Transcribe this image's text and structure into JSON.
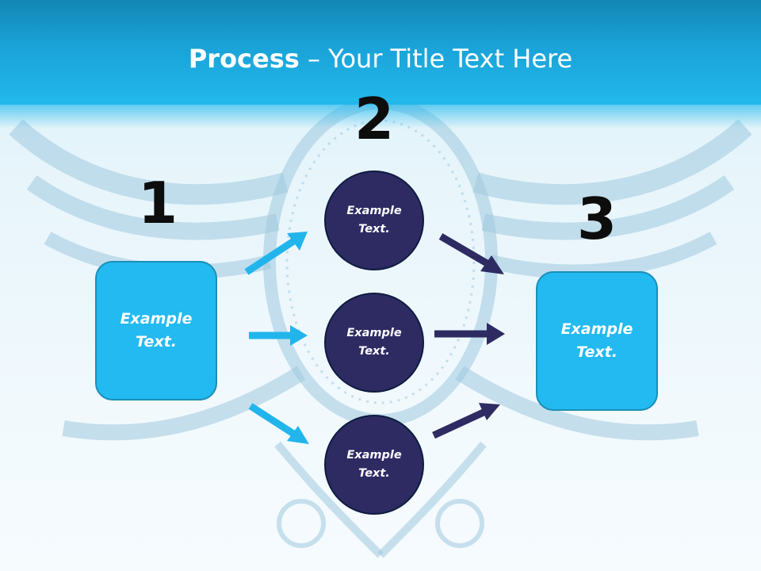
{
  "title": {
    "bold": "Process",
    "rest": " – Your Title Text Here"
  },
  "steps": {
    "one": {
      "number": "1",
      "text": "Example Text."
    },
    "two": {
      "number": "2"
    },
    "three": {
      "number": "3",
      "text": "Example Text."
    }
  },
  "circles": [
    {
      "text": "Example Text."
    },
    {
      "text": "Example Text."
    },
    {
      "text": "Example Text."
    }
  ],
  "colors": {
    "header": "#1aa3d8",
    "box_fill": "#22baf0",
    "circle_fill": "#2e2b63",
    "arrow_light": "#22b5ec",
    "arrow_dark": "#2e2b63"
  }
}
